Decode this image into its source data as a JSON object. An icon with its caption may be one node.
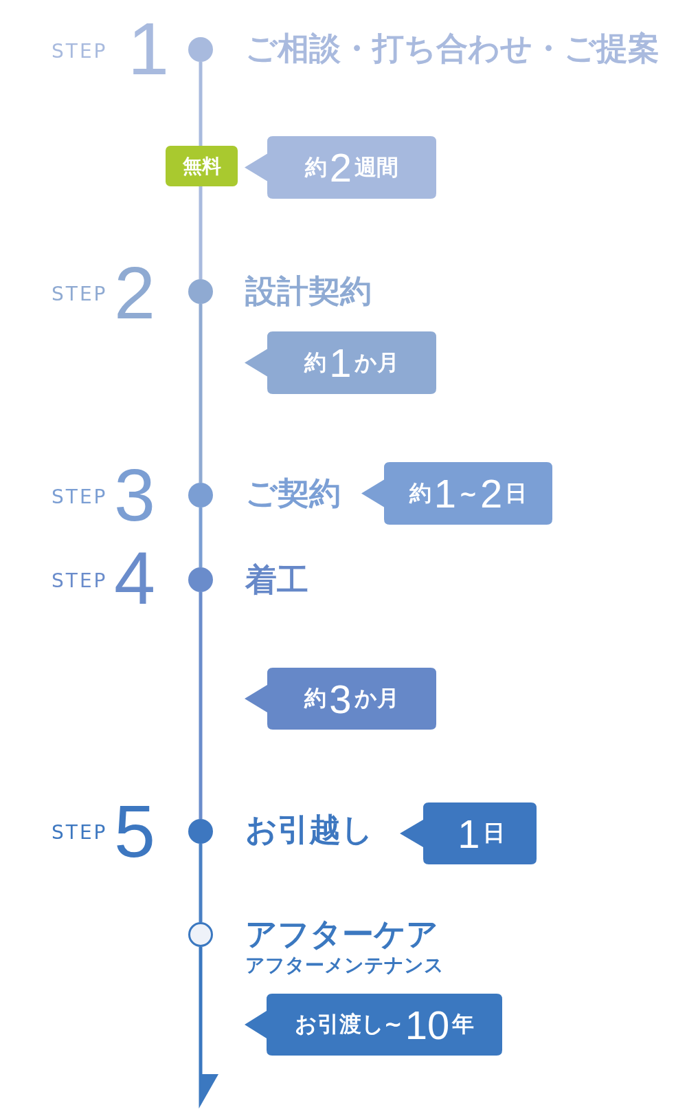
{
  "diagram": {
    "nodes": [
      {
        "text": [],
        "shape": "circle"
      },
      {
        "text": [
          "ご相談・打ち合わせ・ご提案"
        ]
      },
      {
        "text": [
          "無料"
        ]
      },
      {
        "text": [
          "約2週間"
        ]
      },
      {
        "text": [],
        "shape": "circle"
      },
      {
        "text": [
          "設計契約"
        ]
      },
      {
        "text": [
          "約1か月"
        ]
      },
      {
        "text": [],
        "shape": "circle"
      },
      {
        "text": [
          "ご契約"
        ]
      },
      {
        "text": [
          "約1~2日"
        ]
      },
      {
        "text": [],
        "shape": "circle"
      },
      {
        "text": [
          "着工"
        ]
      },
      {
        "text": [
          "約3か月"
        ]
      },
      {
        "text": [],
        "shape": "circle"
      },
      {
        "text": [
          "お引越し"
        ]
      },
      {
        "text": [
          "1日"
        ]
      },
      {
        "text": [],
        "shape": "circle"
      },
      {
        "text": [
          "アフターケア",
          "アフターメンテナンス"
        ]
      },
      {
        "text": [
          "お引渡し~10年"
        ]
      }
    ],
    "edges": [
      {
        "from": 0,
        "to": 2,
        "arrow": "none",
        "color": "#a8bade"
      },
      {
        "from": 2,
        "to": 4,
        "arrow": "none",
        "color": "#a8bade"
      },
      {
        "from": 4,
        "to": 7,
        "arrow": "none",
        "color": "#8faad2"
      },
      {
        "from": 7,
        "to": 10,
        "arrow": "none",
        "color": "#7b9ed3"
      },
      {
        "from": 10,
        "to": 13,
        "arrow": "none",
        "color": "#6a8ccb"
      },
      {
        "from": 13,
        "to": 16,
        "arrow": "none",
        "color": "#4a80c4"
      },
      {
        "from": 16,
        "to": null,
        "arrow": "to",
        "color": "#3b78c0"
      }
    ],
    "labels": [
      "STEP",
      "1",
      "STEP",
      "2",
      "STEP",
      "3",
      "STEP",
      "4",
      "STEP",
      "5"
    ]
  }
}
